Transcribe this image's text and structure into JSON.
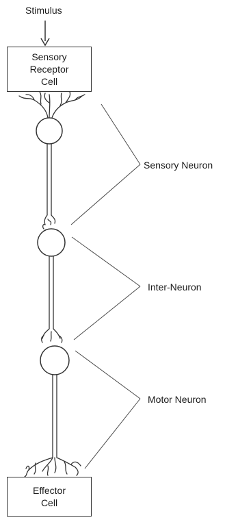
{
  "stimulus_label": "Stimulus",
  "sensory_receptor_cell": {
    "line1": "Sensory",
    "line2": "Receptor",
    "line3": "Cell"
  },
  "effector_cell": {
    "line1": "Effector",
    "line2": "Cell"
  },
  "neuron_labels": {
    "sensory": "Sensory Neuron",
    "inter": "Inter-Neuron",
    "motor": "Motor Neuron"
  },
  "colors": {
    "stroke": "#333333",
    "text": "#1a1a1a",
    "background": "#ffffff"
  }
}
